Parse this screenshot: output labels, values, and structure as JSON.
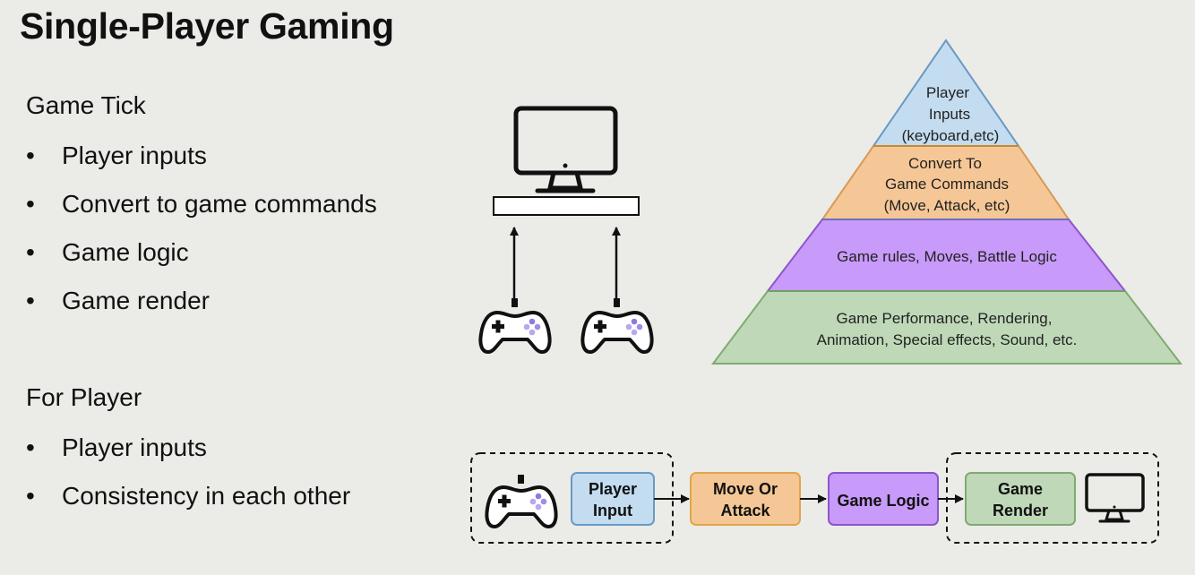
{
  "title": "Single-Player Gaming",
  "game_tick": {
    "heading": "Game Tick",
    "items": [
      "Player inputs",
      "Convert to game commands",
      "Game logic",
      "Game render"
    ]
  },
  "for_player": {
    "heading": "For Player",
    "items": [
      "Player inputs",
      "Consistency in each other"
    ]
  },
  "pyramid": [
    {
      "lines": [
        "Player",
        "Inputs",
        "(keyboard,etc)"
      ],
      "fill": "#c4dcef"
    },
    {
      "lines": [
        "Convert To",
        "Game Commands",
        "(Move, Attack, etc)"
      ],
      "fill": "#f6c796"
    },
    {
      "lines": [
        "Game rules, Moves, Battle Logic"
      ],
      "fill": "#c89af9"
    },
    {
      "lines": [
        "Game Performance, Rendering,",
        "Animation, Special effects, Sound, etc."
      ],
      "fill": "#bfd9b8"
    }
  ],
  "flow": {
    "player_input": [
      "Player",
      "Input"
    ],
    "move_or_attack": [
      "Move Or",
      "Attack"
    ],
    "game_logic": [
      "Game Logic"
    ],
    "game_render": [
      "Game",
      "Render"
    ]
  },
  "bullet_glyph": "•"
}
